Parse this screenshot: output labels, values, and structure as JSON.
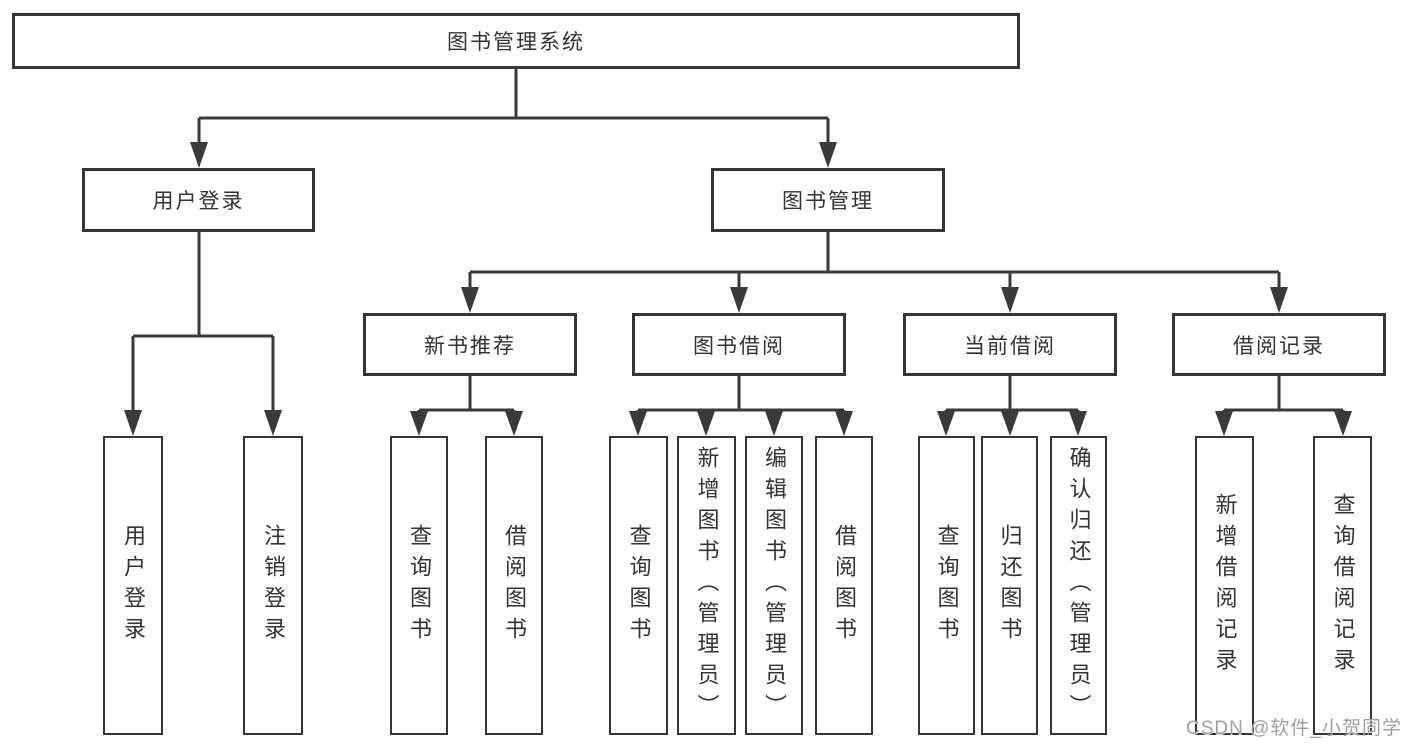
{
  "tree": {
    "root": {
      "label": "图书管理系统"
    },
    "branches": [
      {
        "label": "用户登录",
        "leaves": [
          "用户登录",
          "注销登录"
        ]
      },
      {
        "label": "图书管理",
        "groups": [
          {
            "label": "新书推荐",
            "leaves": [
              "查询图书",
              "借阅图书"
            ]
          },
          {
            "label": "图书借阅",
            "leaves": [
              "查询图书",
              "新增图书（管理员）",
              "编辑图书（管理员）",
              "借阅图书"
            ]
          },
          {
            "label": "当前借阅",
            "leaves": [
              "查询图书",
              "归还图书",
              "确认归还（管理员）"
            ]
          },
          {
            "label": "借阅记录",
            "leaves": [
              "新增借阅记录",
              "查询借阅记录"
            ]
          }
        ]
      }
    ]
  },
  "watermark": {
    "text": "CSDN @软件_小贺同学"
  },
  "colors": {
    "line": "#3a3a3a",
    "box_border": "#363636",
    "text": "#333333",
    "watermark": "#a0a0a0",
    "background": "#ffffff"
  }
}
